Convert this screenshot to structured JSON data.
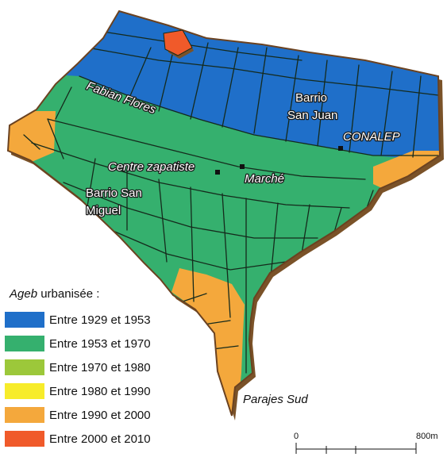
{
  "map": {
    "labels": {
      "fabian_flores": "Fabian Flores",
      "barrio_san_juan_1": "Barrio",
      "barrio_san_juan_2": "San Juan",
      "conalep": "CONALEP",
      "centre_zapatiste": "Centre zapatiste",
      "marche": "Marché",
      "barrio_san_miguel_1": "Barrio San",
      "barrio_san_miguel_2": "Miguel",
      "parajes_sud": "Parajes Sud"
    },
    "zone_colors": {
      "1929_1953": "#1f6fc9",
      "1953_1970": "#35b06e",
      "1990_2000": "#f4a83c",
      "2000_2010": "#f05a2a",
      "outline": "#7a5228"
    }
  },
  "legend": {
    "title_italic": "Ageb",
    "title_rest": " urbanisée :",
    "items": [
      {
        "label": "Entre 1929 et 1953",
        "color": "#1f6fc9"
      },
      {
        "label": "Entre 1953 et 1970",
        "color": "#35b06e"
      },
      {
        "label": "Entre 1970 et 1980",
        "color": "#9cc83a"
      },
      {
        "label": "Entre 1980 et 1990",
        "color": "#f7ec2a"
      },
      {
        "label": "Entre 1990 et 2000",
        "color": "#f4a83c"
      },
      {
        "label": "Entre 2000 et 2010",
        "color": "#f05a2a"
      }
    ]
  },
  "scale": {
    "start": "0",
    "end": "800m"
  }
}
